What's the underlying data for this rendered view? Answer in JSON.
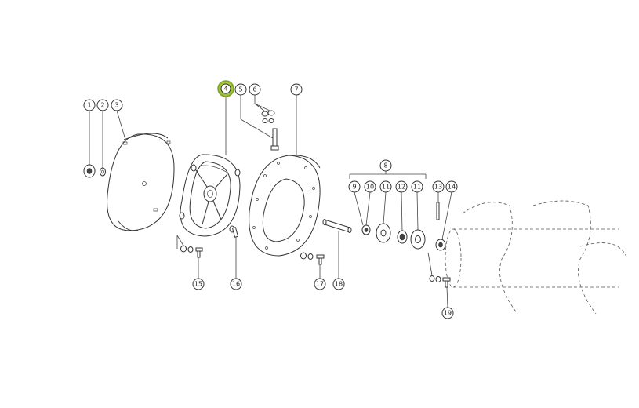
{
  "diagram": {
    "callouts": [
      {
        "id": "c1",
        "label": "1"
      },
      {
        "id": "c2",
        "label": "2"
      },
      {
        "id": "c3",
        "label": "3"
      },
      {
        "id": "c4",
        "label": "4",
        "highlighted": true
      },
      {
        "id": "c5",
        "label": "5"
      },
      {
        "id": "c6",
        "label": "6"
      },
      {
        "id": "c7",
        "label": "7"
      },
      {
        "id": "c8",
        "label": "8"
      },
      {
        "id": "c9",
        "label": "9"
      },
      {
        "id": "c10",
        "label": "10"
      },
      {
        "id": "c11a",
        "label": "11"
      },
      {
        "id": "c12",
        "label": "12"
      },
      {
        "id": "c11b",
        "label": "11"
      },
      {
        "id": "c13",
        "label": "13"
      },
      {
        "id": "c14",
        "label": "14"
      },
      {
        "id": "c15",
        "label": "15"
      },
      {
        "id": "c16",
        "label": "16"
      },
      {
        "id": "c17",
        "label": "17"
      },
      {
        "id": "c18",
        "label": "18"
      },
      {
        "id": "c19",
        "label": "19"
      }
    ],
    "colors": {
      "highlight": "#9fc23a",
      "ink": "#333333",
      "background": "#ffffff"
    }
  }
}
